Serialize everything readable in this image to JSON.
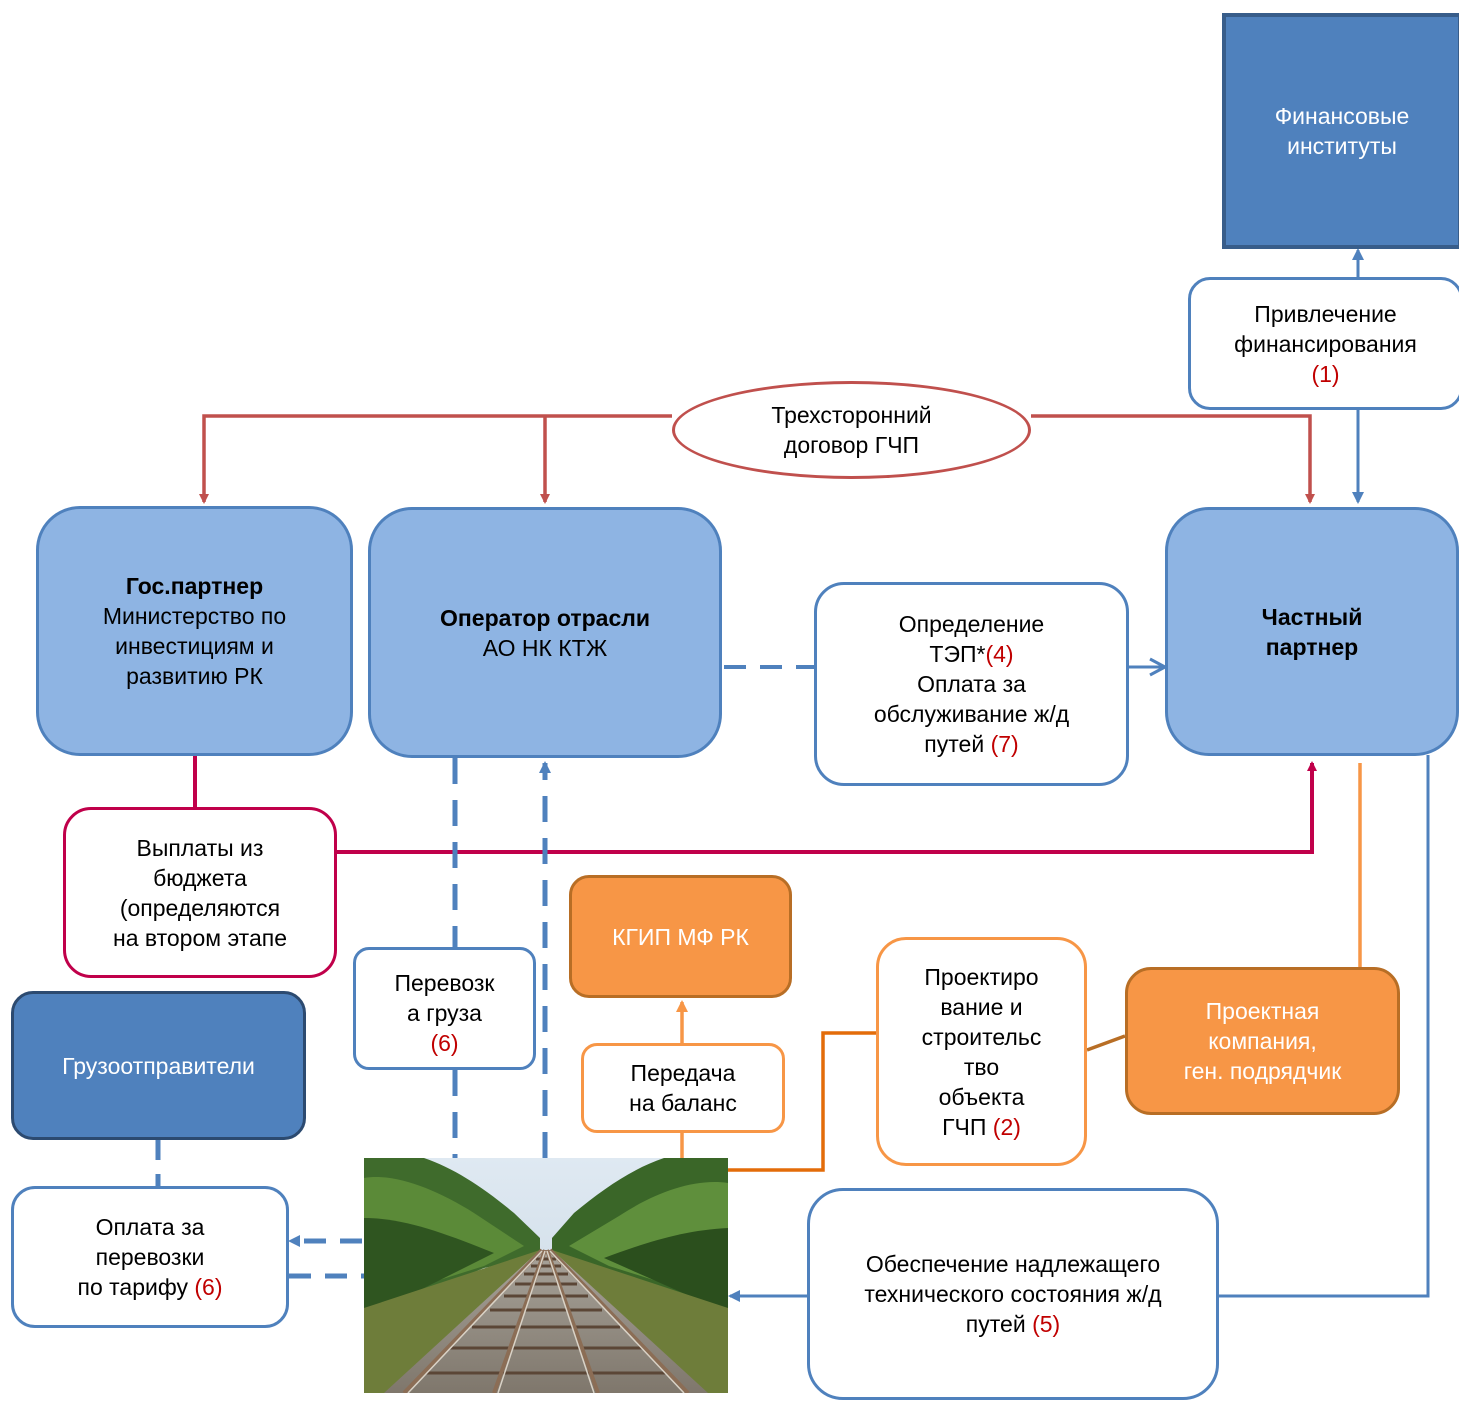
{
  "financial": {
    "line1": "Финансовые",
    "line2": "институты"
  },
  "attract": {
    "line1": "Привлечение",
    "line2": "финансирования",
    "num": "(1)"
  },
  "agreement": {
    "line1": "Трехсторонний",
    "line2": "договор ГЧП"
  },
  "gov": {
    "title": "Гос.партнер",
    "line1": "Министерство по",
    "line2": "инвестициям и",
    "line3": "развитию РК"
  },
  "operator": {
    "title": "Оператор отрасли",
    "line1": "АО НК КТЖ"
  },
  "determination": {
    "line1": "Определение",
    "line2": "ТЭП*",
    "num4": "(4)",
    "line3": "Оплата за",
    "line4": "обслуживание ж/д",
    "line5": "путей ",
    "num7": "(7)"
  },
  "private": {
    "line1": "Частный",
    "line2": "партнер"
  },
  "payments": {
    "line1": "Выплаты из",
    "line2": "бюджета",
    "line3": "(определяются",
    "line4": "на втором этапе"
  },
  "cargo": {
    "line1": "Перевозк",
    "line2": "а груза",
    "num": "(6)"
  },
  "kgip": {
    "label": "КГИП МФ РК"
  },
  "design": {
    "line1": "Проектиро",
    "line2": "вание и",
    "line3": "строительс",
    "line4": "тво",
    "line5": "объекта",
    "line6": "ГЧП ",
    "num": "(2)"
  },
  "project_company": {
    "line1": "Проектная",
    "line2": "компания,",
    "line3": "ген. подрядчик"
  },
  "shippers": {
    "label": "Грузоотправители"
  },
  "balance": {
    "line1": "Передача",
    "line2": "на баланс"
  },
  "tariff": {
    "line1": "Оплата за",
    "line2": "перевозки",
    "line3": "по тарифу ",
    "num": "(6)"
  },
  "maintenance": {
    "line1": "Обеспечение надлежащего",
    "line2": "технического состояния ж/д",
    "line3": "путей ",
    "num": "(5)"
  },
  "colors": {
    "blue_node": "#8eb4e3",
    "blue_border": "#4f81bd",
    "dark_blue": "#4f81bd",
    "red_line": "#c0504d",
    "crimson_line": "#c0004a",
    "orange": "#f79646",
    "dark_orange": "#e36c09",
    "number_red": "#c00000"
  }
}
